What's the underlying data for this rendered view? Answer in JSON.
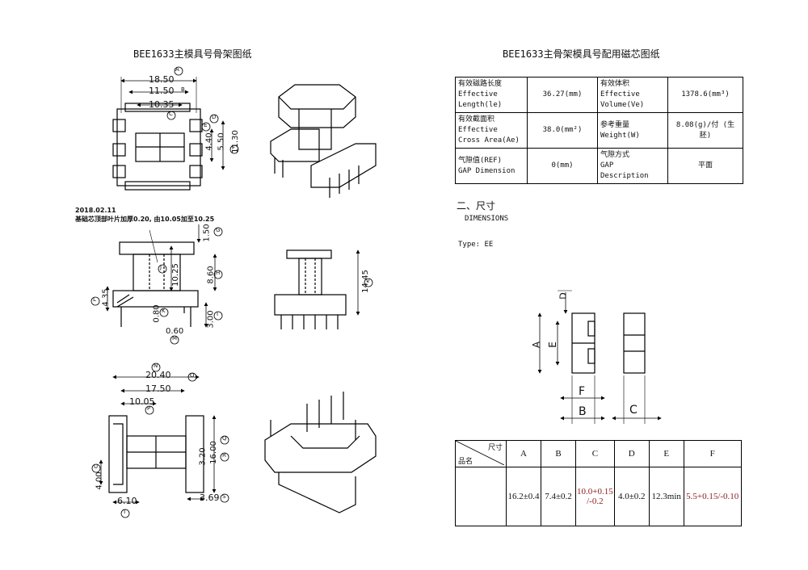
{
  "left": {
    "title": "BEE1633主模具号骨架图纸",
    "note_date": "2018.02.11",
    "note_text": "基础芯顶部叶片加厚0.20, 由10.05加至10.25",
    "top_view": {
      "d_a": "18.50",
      "d_b": "11.50",
      "d_c": "10.35",
      "d_e": "4.40",
      "d_f": "5.50",
      "d_g": "11.30",
      "circ_a": "A",
      "circ_b": "B",
      "circ_c": "C",
      "circ_d": "D",
      "circ_e": "E",
      "circ_f": "F"
    },
    "front_view": {
      "d_g": "1.50",
      "d_j": "10.25",
      "d_h": "8.60",
      "d_i": "3.00",
      "d_l": "4.35",
      "d_k": "0.80",
      "d_m": "0.60",
      "circ_g": "G",
      "circ_h": "H",
      "circ_i": "I",
      "circ_j": "J",
      "circ_k": "K",
      "circ_l": "L",
      "circ_m": "M"
    },
    "side_view": {
      "d_v": "14.45",
      "circ_v": "V"
    },
    "bottom_view": {
      "d_n": "20.40",
      "d_o": "17.50",
      "d_p": "10.05",
      "d_q": "16.00",
      "d_r": "3.20",
      "d_u": "4.00",
      "d_t": "6.10",
      "d_s": "3.69",
      "circ_n": "N",
      "circ_o": "O",
      "circ_p": "P",
      "circ_q": "Q",
      "circ_r": "R",
      "circ_s": "S",
      "circ_t": "T",
      "circ_u": "U"
    }
  },
  "right": {
    "title": "BEE1633主骨架模具号配用磁芯图纸",
    "spec_rows": [
      {
        "l1": "有效磁路长度",
        "l2": "Effective",
        "l3": "Length(le)",
        "v1": "36.27(mm)",
        "l4": "有效体积",
        "l5": "Effective",
        "l6": "Volume(Ve)",
        "v2": "1378.6(mm³)"
      },
      {
        "l1": "有效截面积",
        "l2": "Effective",
        "l3": "Cross Area(Ae)",
        "v1": "38.0(mm²)",
        "l4": "参考重量",
        "l5": "Weight(W)",
        "l6": "",
        "v2": "8.08(g)/付 (生胚)"
      },
      {
        "l1": "气隙值(REF)",
        "l2": "GAP Dimension",
        "l3": "",
        "v1": "0(mm)",
        "l4": "气隙方式",
        "l5": "GAP Description",
        "l6": "",
        "v2": "平面"
      }
    ],
    "section_title": "二、尺寸",
    "section_sub": "DIMENSIONS",
    "type_label": "Type: EE",
    "core_labels": {
      "a": "A",
      "b": "B",
      "c": "C",
      "d": "D",
      "e": "E",
      "f": "F"
    },
    "dims_table": {
      "corner_top": "尺寸",
      "corner_bottom": "品名",
      "headers": [
        "A",
        "B",
        "C",
        "D",
        "E",
        "F"
      ],
      "values": [
        "16.2±0.4",
        "7.4±0.2",
        "10.0+0.15 /-0.2",
        "4.0±0.2",
        "12.3min",
        "5.5+0.15/-0.10"
      ]
    }
  }
}
